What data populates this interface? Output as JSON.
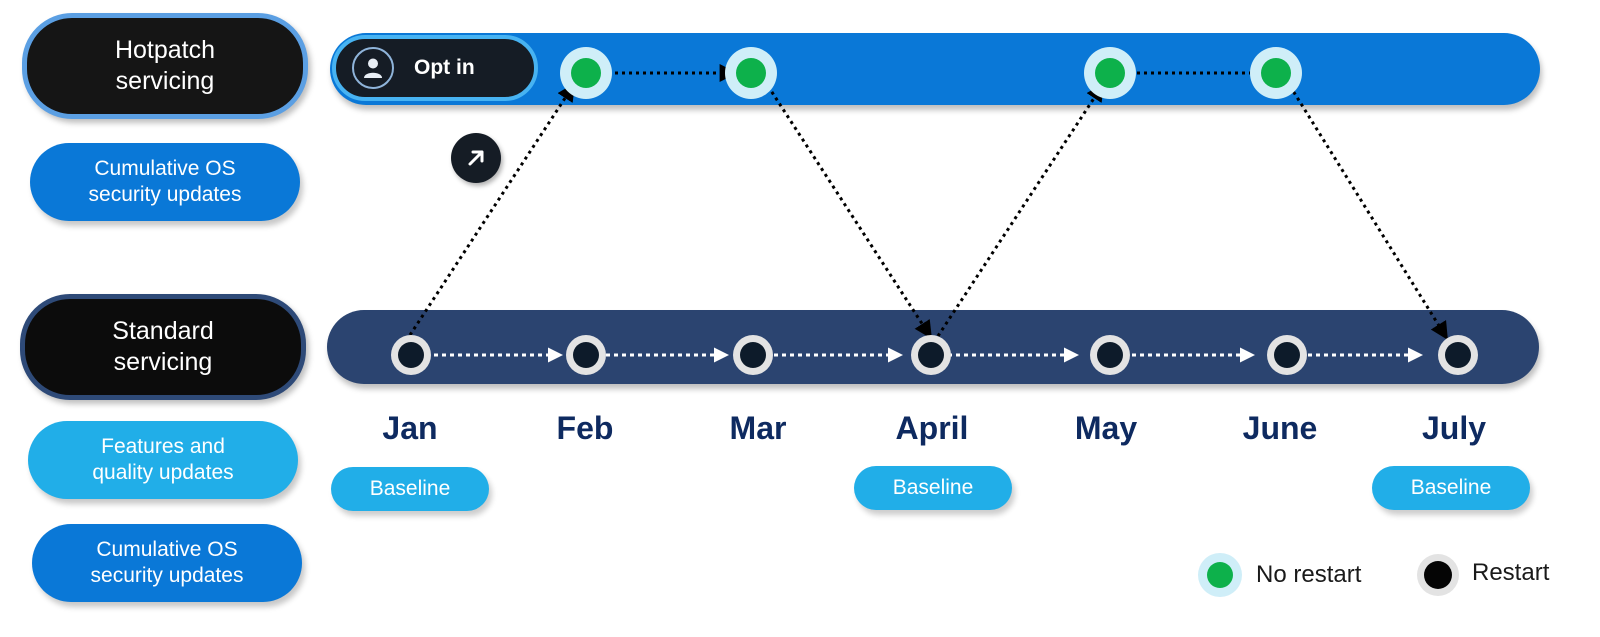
{
  "left_labels": {
    "hotpatch": "Hotpatch servicing",
    "hotpatch_updates": "Cumulative OS security updates",
    "standard": "Standard servicing",
    "features": "Features and quality updates",
    "standard_updates": "Cumulative OS security updates"
  },
  "opt_in": {
    "label": "Opt in",
    "icon": "user-icon"
  },
  "months": [
    "Jan",
    "Feb",
    "Mar",
    "April",
    "May",
    "June",
    "July"
  ],
  "baseline_label": "Baseline",
  "baseline_months": [
    "Jan",
    "April",
    "July"
  ],
  "hotpatch_months": [
    "Feb",
    "Mar",
    "May",
    "June"
  ],
  "legend": {
    "no_restart": "No restart",
    "restart": "Restart"
  },
  "colors": {
    "hotpatch_band": "#0a78d7",
    "standard_band": "#2b4470",
    "no_restart_dot": "#0db14b",
    "restart_dot": "#0d1b2a",
    "month_text": "#0e2a60",
    "baseline_pill": "#21aee8"
  },
  "icons": [
    "user-icon",
    "arrow-up-right-icon"
  ]
}
